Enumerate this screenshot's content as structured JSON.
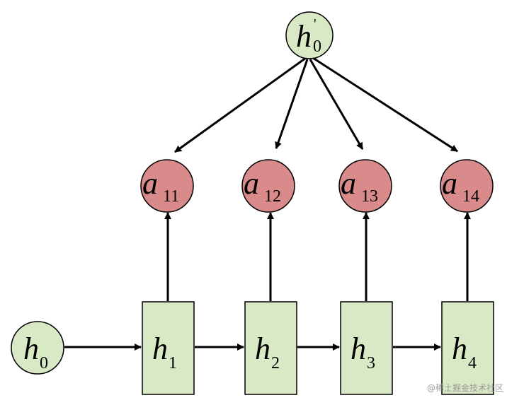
{
  "diagram": {
    "colors": {
      "node_green": "#d9e9c6",
      "node_red": "#d98a8a",
      "stroke": "#000000"
    },
    "decoder_state": {
      "base": "h",
      "prime": "'",
      "sub": "0"
    },
    "initial_state": {
      "base": "h",
      "sub": "0"
    },
    "hidden_states": [
      {
        "base": "h",
        "sub": "1"
      },
      {
        "base": "h",
        "sub": "2"
      },
      {
        "base": "h",
        "sub": "3"
      },
      {
        "base": "h",
        "sub": "4"
      }
    ],
    "attention_weights": [
      {
        "base": "a",
        "sub": "11"
      },
      {
        "base": "a",
        "sub": "12"
      },
      {
        "base": "a",
        "sub": "13"
      },
      {
        "base": "a",
        "sub": "14"
      }
    ]
  },
  "watermark": {
    "text": "@稀土掘金技术社区",
    "color": "#9a9a9a"
  }
}
